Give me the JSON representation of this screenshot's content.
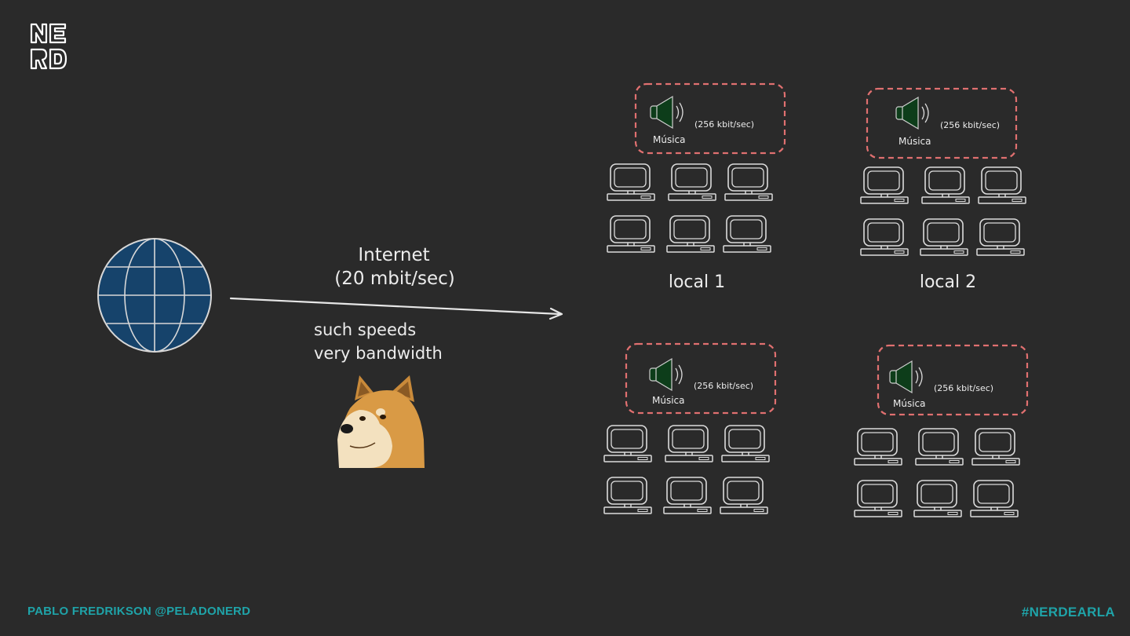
{
  "logo": {
    "line1": "NE",
    "line2": "RD"
  },
  "internet": {
    "label": "Internet",
    "speed": "(20 mbit/sec)"
  },
  "doge_caption": {
    "line1": "such speeds",
    "line2": "very bandwidth"
  },
  "locals": [
    {
      "name": "local 1",
      "music_label": "Música",
      "music_rate": "(256 kbit/sec)"
    },
    {
      "name": "local 2",
      "music_label": "Música",
      "music_rate": "(256 kbit/sec)"
    },
    {
      "name": "",
      "music_label": "Música",
      "music_rate": "(256 kbit/sec)"
    },
    {
      "name": "",
      "music_label": "Música",
      "music_rate": "(256 kbit/sec)"
    }
  ],
  "footer": {
    "author": "PABLO FREDRIKSON @PELADONERD",
    "hashtag": "#NERDEARLA"
  },
  "colors": {
    "accent": "#1fa3a8",
    "dashed_box": "#e07070",
    "speaker": "#0d3d1a",
    "globe": "#16436b"
  }
}
